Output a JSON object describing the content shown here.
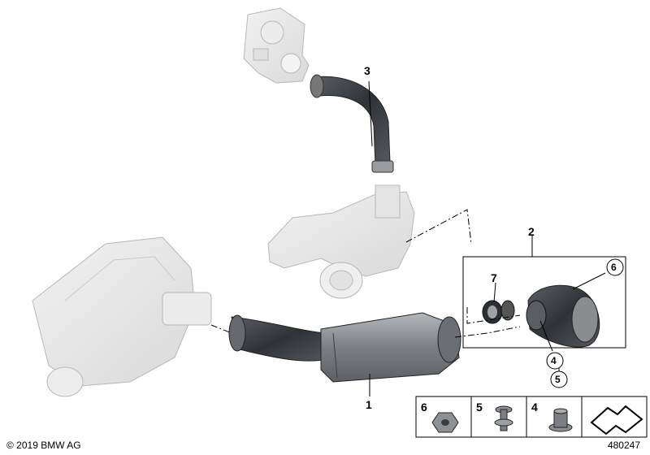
{
  "callouts": {
    "part1": "1",
    "part2": "2",
    "part3": "3",
    "part4": "4",
    "part5": "5",
    "part6": "6",
    "part7": "7"
  },
  "legend": {
    "item6": "6",
    "item5": "5",
    "item4": "4"
  },
  "footer": {
    "copyright": "© 2019 BMW AG",
    "diagram_number": "480247"
  },
  "colors": {
    "ghost_part": "#e6e6e6",
    "ghost_outline": "#b8b8b8",
    "hose_dark": "#3c3f43",
    "hose_mid": "#6a6e73",
    "metal": "#8a8d90",
    "leader": "#000000"
  }
}
